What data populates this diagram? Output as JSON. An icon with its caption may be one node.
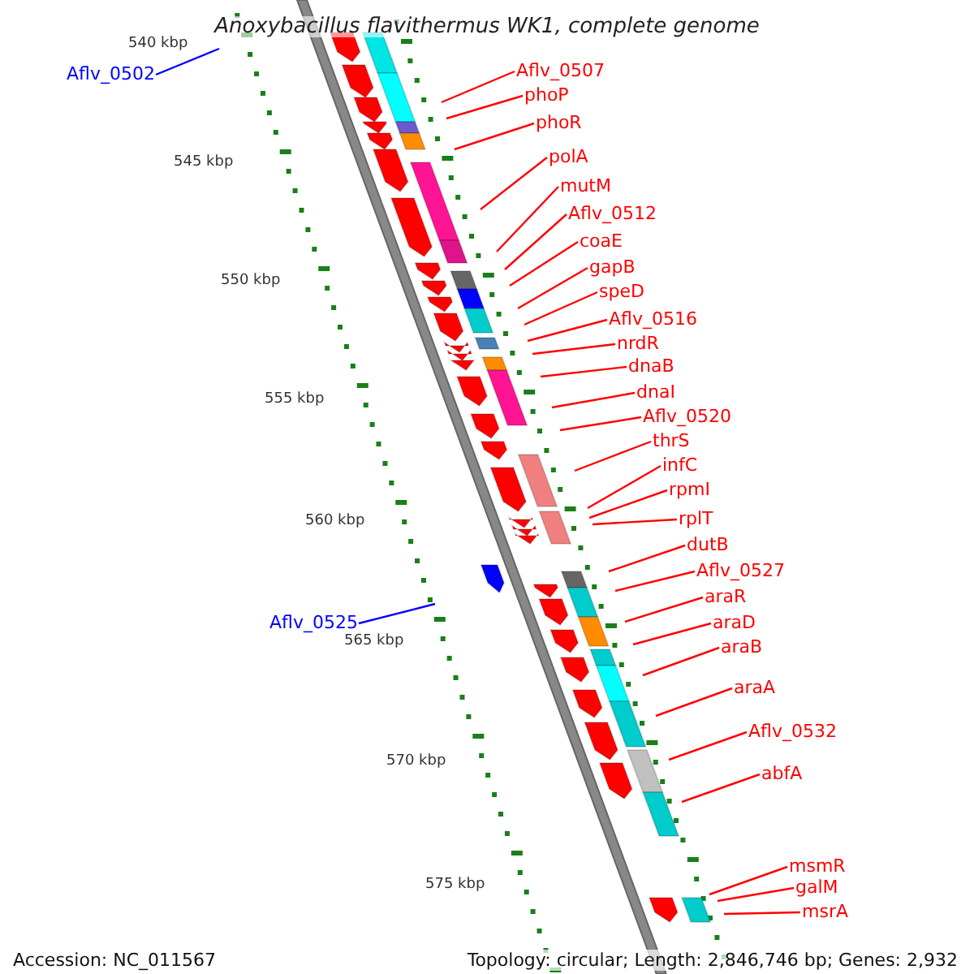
{
  "diagram": {
    "title": "Anoxybacillus flavithermus WK1, complete genome",
    "nodes": [
      {
        "text": [
          "Aflv_0502"
        ]
      },
      {
        "text": [
          "Aflv_0507"
        ]
      },
      {
        "text": [
          "phoP"
        ]
      },
      {
        "text": [
          "phoR"
        ]
      },
      {
        "text": [
          "polA"
        ]
      },
      {
        "text": [
          "mutM"
        ]
      },
      {
        "text": [
          "Aflv_0512"
        ]
      },
      {
        "text": [
          "coaE"
        ]
      },
      {
        "text": [
          "gapB"
        ]
      },
      {
        "text": [
          "speD"
        ]
      },
      {
        "text": [
          "Aflv_0516"
        ]
      },
      {
        "text": [
          "nrdR"
        ]
      },
      {
        "text": [
          "dnaB"
        ]
      },
      {
        "text": [
          "dnaI"
        ]
      },
      {
        "text": [
          "Aflv_0520"
        ]
      },
      {
        "text": [
          "thrS"
        ]
      },
      {
        "text": [
          "infC"
        ]
      },
      {
        "text": [
          "rpmI"
        ]
      },
      {
        "text": [
          "rplT"
        ]
      },
      {
        "text": [
          "dutB"
        ]
      },
      {
        "text": [
          "Aflv_0527"
        ]
      },
      {
        "text": [
          "araR"
        ]
      },
      {
        "text": [
          "Aflv_0525"
        ]
      },
      {
        "text": [
          "araD"
        ]
      },
      {
        "text": [
          "araB"
        ]
      },
      {
        "text": [
          "araA"
        ]
      },
      {
        "text": [
          "Aflv_0532"
        ]
      },
      {
        "text": [
          "abfA"
        ]
      },
      {
        "text": [
          "msmR"
        ]
      },
      {
        "text": [
          "galM"
        ]
      },
      {
        "text": [
          "msrA"
        ]
      }
    ],
    "edges": [
      {
        "from": 0,
        "to": null,
        "arrow": "none",
        "color": "#0000ff"
      },
      {
        "from": 1,
        "to": null,
        "arrow": "none"
      },
      {
        "from": 2,
        "to": null,
        "arrow": "none"
      },
      {
        "from": 3,
        "to": null,
        "arrow": "none"
      },
      {
        "from": 4,
        "to": null,
        "arrow": "none"
      },
      {
        "from": 5,
        "to": null,
        "arrow": "none"
      },
      {
        "from": 6,
        "to": null,
        "arrow": "none"
      },
      {
        "from": 7,
        "to": null,
        "arrow": "none"
      },
      {
        "from": 8,
        "to": null,
        "arrow": "none"
      },
      {
        "from": 9,
        "to": null,
        "arrow": "none"
      },
      {
        "from": 10,
        "to": null,
        "arrow": "none"
      },
      {
        "from": 11,
        "to": null,
        "arrow": "none"
      },
      {
        "from": 12,
        "to": null,
        "arrow": "none"
      },
      {
        "from": 13,
        "to": null,
        "arrow": "none"
      },
      {
        "from": 14,
        "to": null,
        "arrow": "none"
      },
      {
        "from": 15,
        "to": null,
        "arrow": "none"
      },
      {
        "from": 16,
        "to": null,
        "arrow": "none"
      },
      {
        "from": 17,
        "to": null,
        "arrow": "none"
      },
      {
        "from": 18,
        "to": null,
        "arrow": "none"
      },
      {
        "from": 19,
        "to": null,
        "arrow": "none"
      },
      {
        "from": 20,
        "to": null,
        "arrow": "none"
      },
      {
        "from": 21,
        "to": null,
        "arrow": "none"
      },
      {
        "from": 22,
        "to": null,
        "arrow": "none",
        "color": "#0000ff"
      },
      {
        "from": 23,
        "to": null,
        "arrow": "none"
      },
      {
        "from": 24,
        "to": null,
        "arrow": "none"
      },
      {
        "from": 25,
        "to": null,
        "arrow": "none"
      },
      {
        "from": 26,
        "to": null,
        "arrow": "none"
      },
      {
        "from": 27,
        "to": null,
        "arrow": "none"
      },
      {
        "from": 28,
        "to": null,
        "arrow": "none"
      },
      {
        "from": 29,
        "to": null,
        "arrow": "none"
      },
      {
        "from": 30,
        "to": null,
        "arrow": "none"
      }
    ],
    "labels": [
      "540 kbp",
      "545 kbp",
      "550 kbp",
      "555 kbp",
      "560 kbp",
      "565 kbp",
      "570 kbp",
      "575 kbp",
      "Accession: NC_011567",
      "Topology: circular; Length: 2,846,746 bp; Genes: 2,932"
    ]
  }
}
